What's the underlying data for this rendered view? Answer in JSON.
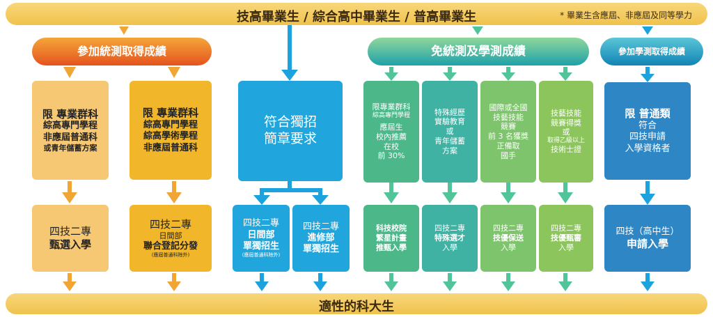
{
  "top": {
    "title": "技高畢業生 / 綜合高中畢業生 / 普高畢業生",
    "note": "* 畢業生含應屆、非應屆及同等學力"
  },
  "headers": {
    "exam": "參加統測取得成績",
    "exempt": "免統測及學測成績",
    "gsat": "參加學測取得成績"
  },
  "upper": {
    "c1": [
      "限 專業群科",
      "綜高專門學程",
      "非應屆普通科",
      "或青年儲蓄方案"
    ],
    "c2": [
      "限 專業群科",
      "綜高專門學程",
      "綜高學術學程",
      "非應屆普通科"
    ],
    "c3": [
      "符合獨招",
      "簡章要求"
    ],
    "c4": [
      "限專業群科",
      "綜高專門學程",
      "應屆生",
      "校內推薦",
      "在校",
      "前 30%"
    ],
    "c5": [
      "特殊經歷",
      "實驗教育",
      "或",
      "青年儲蓄",
      "方案"
    ],
    "c6": [
      "國際或全國",
      "技藝技能",
      "競賽",
      "前 3 名獲獎",
      "正備取",
      "國手"
    ],
    "c7": [
      "技藝技能",
      "競賽得獎",
      "或",
      "取得乙級以上",
      "技術士證"
    ],
    "c8": [
      "限 普通類",
      "符合",
      "四技申請",
      "入學資格者"
    ]
  },
  "lower": {
    "c1": [
      "四技二專",
      "甄選入學"
    ],
    "c2": [
      "四技二專",
      "日間部",
      "聯合登記分發",
      "(應屆普通科除外)"
    ],
    "c3a": [
      "四技二專",
      "日間部",
      "單獨招生",
      "(應屆普通科除外)"
    ],
    "c3b": [
      "四技二專",
      "進修部",
      "單獨招生"
    ],
    "c4": [
      "科技校院",
      "繁星計畫",
      "推甄入學"
    ],
    "c5": [
      "四技二專",
      "特殊選才",
      "入學"
    ],
    "c6": [
      "四技二專",
      "技優保送",
      "入學"
    ],
    "c7": [
      "四技二專",
      "技優甄審",
      "入學"
    ],
    "c8": [
      "四技（高中生）",
      "申請入學"
    ]
  },
  "bottom": {
    "title": "適性的科大生"
  },
  "colors": {
    "orange_arrow": "#f1a535",
    "blue_arrow": "#1ca3dd",
    "green_arrow": "#52c49a",
    "yellow_bar": "#f0c24d"
  }
}
